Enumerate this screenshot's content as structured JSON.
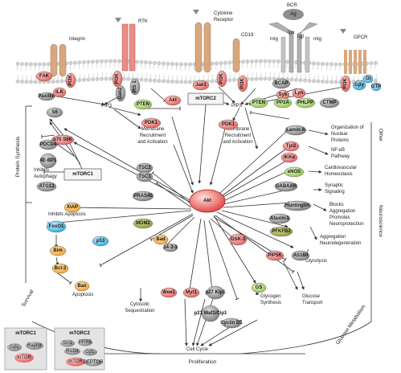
{
  "receptors": {
    "integrin": "Integrin",
    "rtk": "RTK",
    "cytokine_receptor": "Cytokine Receptor",
    "cd19": "CD19",
    "bcr": "BCR",
    "gpcr": "GPCR",
    "ag": "Ag",
    "mig": "mIg",
    "iga": "Igα",
    "igb": "Igβ"
  },
  "membrane": {
    "pip3_left": "PIP3",
    "pip3_right": "PIP3",
    "recruit_left": "Membrane Recruitment and Activation",
    "recruit_right": "Membrane Recruitment and Activation"
  },
  "nodes": {
    "fak": "FAK",
    "paxillin": "Paxillin",
    "ilk": "ILK",
    "pi3k_integrin": "PI3K",
    "pi3k_rtk": "PI3K",
    "gab2": "Gab2",
    "irs1": "IRS-1",
    "jak1": "Jak1",
    "pi3k_cyto": "PI3K",
    "pi3k_cd19": "PI3K",
    "bcap": "BCAP",
    "syk": "Syk",
    "lyn": "Lyn",
    "pi3k_gpcr": "PI3K",
    "gbg": "Gβγ",
    "gi": "Gi",
    "gtp": "GTP",
    "pten_left": "PTEN",
    "akt_top": "Akt",
    "pdk1_left": "PDK1",
    "mtorc2": "mTORC2",
    "pten_right": "PTEN",
    "pp2a": "PP2A",
    "phlpp": "PHLPP",
    "ctmp": "CTMP",
    "pdk1_right": "PDK1",
    "akt": "Akt",
    "s6": "S6",
    "p70s6k": "p70 S6K",
    "pdcd4": "PDCD4",
    "ebp1": "4E-BP1",
    "mtorc1": "mTORC1",
    "atg13": "ATG13",
    "tsc2": "TSC2",
    "tsc1": "TSC1",
    "pras40": "PRAS40",
    "xiap": "XIAP",
    "foxo1": "FoxO1",
    "bim": "Bim",
    "bcl2": "Bcl-2",
    "bax": "Bax",
    "p53": "p53",
    "mdm2": "MDM2",
    "bad": "Bad",
    "p1433": "14-3-3",
    "wee1": "Wee1",
    "myt1": "Myt1",
    "p27": "p27 Kip1",
    "p21": "p21 Waf1/Cip1",
    "cyclind1": "Cyclin D1",
    "gsk3": "GSK-3",
    "gs": "GS",
    "pip5k": "PIP5K",
    "as160": "AS160",
    "pfkfb2": "PFKFB2",
    "ataxin1": "Ataxin-1",
    "huntingtin": "Huntingtin",
    "gabaar": "GABAAR",
    "enos": "eNOS",
    "ikka": "IKKα",
    "tpl2": "Tpl2",
    "lamina": "Lamin A"
  },
  "outcomes": {
    "nuclear": "Organization of Nuclear Proteins",
    "nfkb": "NF-κB Pathway",
    "cardio": "Cardiovascular Homeostasis",
    "synaptic": "Synaptic Signaling",
    "blocks": "Blocks Aggregation Promotes Neuroprotection",
    "aggregation": "Aggregation Neurodegeneration",
    "glycolysis": "Glycolysis",
    "glucose": "Glucose Transport",
    "glycogen": "Glycogen Synthesis",
    "cellcycle": "Cell Cycle",
    "cytosolic": "Cytosolic Sequestration",
    "apoptosis": "Apoptosis",
    "inhibits_apoptosis": "Inhibits Apoptosis",
    "inhibits_autophagy": "Inhibits Autophagy"
  },
  "sections": {
    "protein_synthesis": "Protein Synthesis",
    "other": "Other",
    "neuroscience": "Neuroscience",
    "glucose_metabolism": "Glucose Metabolism",
    "proliferation": "Proliferation",
    "survival": "Survival"
  },
  "legend": {
    "mtorc1_title": "mTORC1",
    "mtorc2_title": "mTORC2",
    "gbl_1": "GβL",
    "raptor": "Raptor",
    "mtor_1": "mTOR",
    "sin1": "Sin1",
    "prr5": "PRR5",
    "rictor": "Rictor",
    "gbl_2": "GβL",
    "mtor_2": "mTOR",
    "deptor_2": "DEPTOR"
  },
  "colors": {
    "red": "#e8716f",
    "green": "#a8d36a",
    "gray": "#8e8e8e",
    "orange": "#f5b14a",
    "blue": "#3eb6e4",
    "olive": "#9aa23a",
    "receptor": "#d9a77e",
    "rtk": "#e98d86"
  }
}
